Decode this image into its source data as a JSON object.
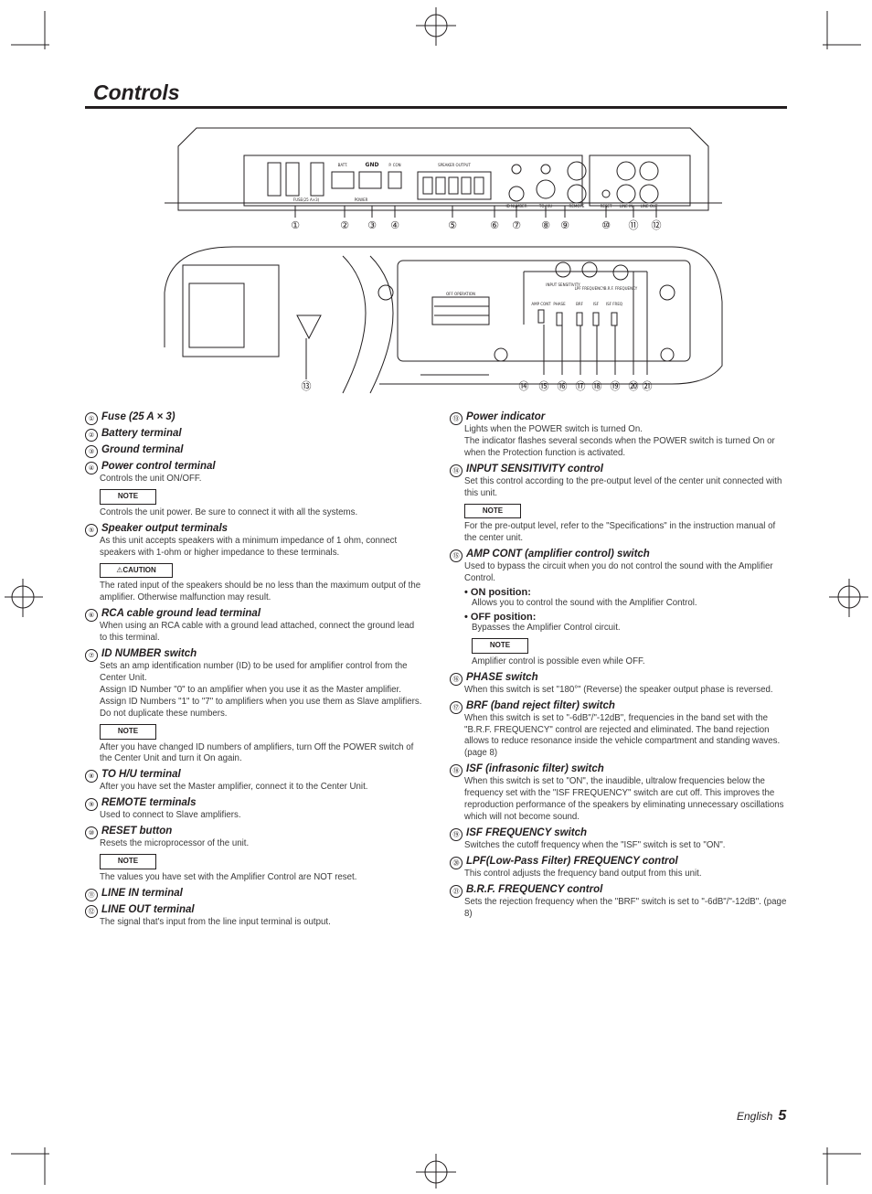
{
  "page": {
    "title": "Controls",
    "language": "English",
    "page_number": "5"
  },
  "figure": {
    "top_labels": [
      "FUSE(25 A×3)",
      "BATT.",
      "GND",
      "P. CON",
      "SPEAKER OUTPUT",
      "POWER",
      "ID NUMBER",
      "TO H/U",
      "REMOTE",
      "RESET",
      "LINE IN",
      "LINE OUT"
    ],
    "top_callouts": [
      "①",
      "②",
      "③",
      "④",
      "⑤",
      "⑥",
      "⑦",
      "⑧",
      "⑨",
      "⑩",
      "⑪",
      "⑫"
    ],
    "bottom_callouts": [
      "⑬",
      "⑭",
      "⑮",
      "⑯",
      "⑰",
      "⑱",
      "⑲",
      "⑳",
      "㉑"
    ],
    "panel_labels": [
      "INPUT SENSITIVITY",
      "LPF FREQUENCY",
      "B.R.F. FREQUENCY",
      "AMP CONT",
      "PHASE",
      "BRF",
      "ISF",
      "ISF FREQ",
      "OFF OPERATION"
    ]
  },
  "left_items": [
    {
      "num": "①",
      "title": "Fuse (25 A × 3)",
      "paras": []
    },
    {
      "num": "②",
      "title": "Battery terminal",
      "paras": []
    },
    {
      "num": "③",
      "title": "Ground terminal",
      "paras": []
    },
    {
      "num": "④",
      "title": "Power control terminal",
      "paras": [
        "Controls the unit ON/OFF."
      ],
      "badge": "NOTE",
      "after": [
        "Controls the unit power. Be sure to connect it with all the systems."
      ]
    },
    {
      "num": "⑤",
      "title": "Speaker output terminals",
      "paras": [
        "As this unit accepts speakers with a minimum impedance of 1 ohm, connect speakers with 1-ohm or higher impedance to these terminals."
      ],
      "badge": "CAUTION",
      "after": [
        "The rated input of the speakers should be no less than the maximum output of the amplifier. Otherwise malfunction may result."
      ]
    },
    {
      "num": "⑥",
      "title": "RCA cable ground lead terminal",
      "paras": [
        "When using an RCA cable with a ground lead attached, connect the ground lead to this terminal."
      ]
    },
    {
      "num": "⑦",
      "title": "ID NUMBER switch",
      "paras": [
        "Sets an amp identification number (ID) to be used for amplifier control from the Center Unit.",
        "Assign ID Number \"0\" to an amplifier when you use it as the Master amplifier. Assign ID Numbers \"1\" to \"7\" to amplifiers when you use them as Slave amplifiers. Do not duplicate these numbers."
      ],
      "badge": "NOTE",
      "after": [
        "After you have changed ID numbers of amplifiers, turn Off the POWER switch of the Center Unit and turn it On again."
      ]
    },
    {
      "num": "⑧",
      "title": "TO H/U terminal",
      "paras": [
        "After you have set the Master amplifier, connect it to the Center Unit."
      ]
    },
    {
      "num": "⑨",
      "title": "REMOTE terminals",
      "paras": [
        "Used to connect to Slave amplifiers."
      ]
    },
    {
      "num": "⑩",
      "title": "RESET button",
      "paras": [
        "Resets the microprocessor of the unit."
      ],
      "badge": "NOTE",
      "after": [
        "The values you have set with the Amplifier Control are NOT reset."
      ]
    },
    {
      "num": "⑪",
      "title": "LINE IN terminal",
      "paras": []
    },
    {
      "num": "⑫",
      "title": "LINE OUT terminal",
      "paras": [
        "The signal that's input from the line input terminal is output."
      ]
    }
  ],
  "right_items": [
    {
      "num": "⑬",
      "title": "Power indicator",
      "paras": [
        "Lights when the POWER switch is turned On.",
        "The indicator flashes several seconds when the POWER switch is turned On or when the Protection function is activated."
      ]
    },
    {
      "num": "⑭",
      "title": "INPUT SENSITIVITY control",
      "paras": [
        "Set this control according to the pre-output level of the center unit connected with this unit."
      ],
      "badge": "NOTE",
      "after": [
        "For the pre-output level, refer to the \"Specifications\" in the instruction manual of the center unit."
      ]
    },
    {
      "num": "⑮",
      "title": "AMP CONT (amplifier control) switch",
      "paras": [
        "Used to bypass the circuit when you do not control the sound with the Amplifier Control."
      ],
      "subs": [
        {
          "head": "• ON position:",
          "body": "Allows you to control the sound with the Amplifier Control."
        },
        {
          "head": "• OFF position:",
          "body": "Bypasses the Amplifier Control circuit."
        }
      ],
      "sub_badge": "NOTE",
      "sub_after": "Amplifier control is possible even while OFF."
    },
    {
      "num": "⑯",
      "title": "PHASE switch",
      "paras": [
        "When this switch is set \"180°\" (Reverse) the speaker output phase is reversed."
      ]
    },
    {
      "num": "⑰",
      "title": "BRF (band reject filter) switch",
      "paras": [
        "When this switch is set to \"-6dB\"/\"-12dB\", frequencies in the band set with the \"B.R.F. FREQUENCY\" control are rejected and eliminated. The band rejection allows to reduce resonance inside the vehicle compartment and standing waves. (page 8)"
      ]
    },
    {
      "num": "⑱",
      "title": "ISF (infrasonic filter) switch",
      "paras": [
        "When this switch is set to \"ON\", the inaudible, ultralow frequencies below the frequency set with the \"ISF FREQUENCY\" switch are cut off. This improves the reproduction performance of the speakers by eliminating unnecessary oscillations which will not become sound."
      ]
    },
    {
      "num": "⑲",
      "title": "ISF FREQUENCY switch",
      "paras": [
        "Switches the cutoff frequency when the \"ISF\" switch is set to \"ON\"."
      ]
    },
    {
      "num": "⑳",
      "title": "LPF(Low-Pass Filter) FREQUENCY control",
      "paras": [
        "This control adjusts the frequency band output from this unit."
      ]
    },
    {
      "num": "㉑",
      "title": "B.R.F. FREQUENCY control",
      "paras": [
        "Sets the rejection frequency when the \"BRF\" switch is set to \"-6dB\"/\"-12dB\". (page 8)"
      ]
    }
  ]
}
